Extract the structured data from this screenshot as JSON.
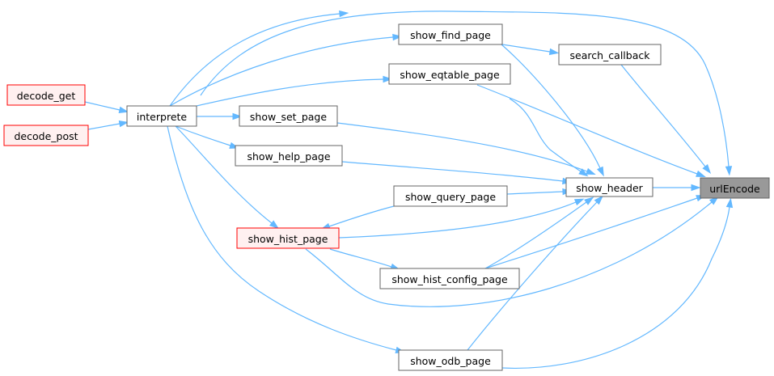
{
  "diagram": {
    "nodes": {
      "urlEncode": {
        "label": "urlEncode",
        "style": "root"
      },
      "show_header": {
        "label": "show_header",
        "style": "normal"
      },
      "search_callback": {
        "label": "search_callback",
        "style": "normal"
      },
      "show_find_page": {
        "label": "show_find_page",
        "style": "normal"
      },
      "show_eqtable_page": {
        "label": "show_eqtable_page",
        "style": "normal"
      },
      "show_set_page": {
        "label": "show_set_page",
        "style": "normal"
      },
      "show_help_page": {
        "label": "show_help_page",
        "style": "normal"
      },
      "show_query_page": {
        "label": "show_query_page",
        "style": "normal"
      },
      "show_hist_page": {
        "label": "show_hist_page",
        "style": "red"
      },
      "show_hist_config_page": {
        "label": "show_hist_config_page",
        "style": "normal"
      },
      "show_odb_page": {
        "label": "show_odb_page",
        "style": "normal"
      },
      "interprete": {
        "label": "interprete",
        "style": "normal"
      },
      "decode_get": {
        "label": "decode_get",
        "style": "red"
      },
      "decode_post": {
        "label": "decode_post",
        "style": "red"
      }
    },
    "edges": [
      [
        "show_header",
        "urlEncode"
      ],
      [
        "search_callback",
        "urlEncode"
      ],
      [
        "show_find_page",
        "urlEncode"
      ],
      [
        "show_eqtable_page",
        "urlEncode"
      ],
      [
        "show_hist_page",
        "urlEncode"
      ],
      [
        "show_hist_config_page",
        "urlEncode"
      ],
      [
        "show_odb_page",
        "urlEncode"
      ],
      [
        "interprete",
        "urlEncode"
      ],
      [
        "show_find_page",
        "search_callback"
      ],
      [
        "show_find_page",
        "show_header"
      ],
      [
        "show_eqtable_page",
        "show_header"
      ],
      [
        "show_set_page",
        "show_header"
      ],
      [
        "show_help_page",
        "show_header"
      ],
      [
        "show_query_page",
        "show_header"
      ],
      [
        "show_hist_page",
        "show_header"
      ],
      [
        "show_hist_config_page",
        "show_header"
      ],
      [
        "show_odb_page",
        "show_header"
      ],
      [
        "interprete",
        "show_find_page"
      ],
      [
        "interprete",
        "show_eqtable_page"
      ],
      [
        "interprete",
        "show_set_page"
      ],
      [
        "interprete",
        "show_help_page"
      ],
      [
        "interprete",
        "show_hist_page"
      ],
      [
        "interprete",
        "show_odb_page"
      ],
      [
        "show_query_page",
        "show_hist_page"
      ],
      [
        "show_hist_page",
        "show_hist_config_page"
      ],
      [
        "decode_get",
        "interprete"
      ],
      [
        "decode_post",
        "interprete"
      ]
    ],
    "colors": {
      "edge": "#63b8ff",
      "node_border": "#666666",
      "red_border": "#ff0000",
      "red_fill": "#fff0f0",
      "root_fill": "#999999"
    }
  }
}
